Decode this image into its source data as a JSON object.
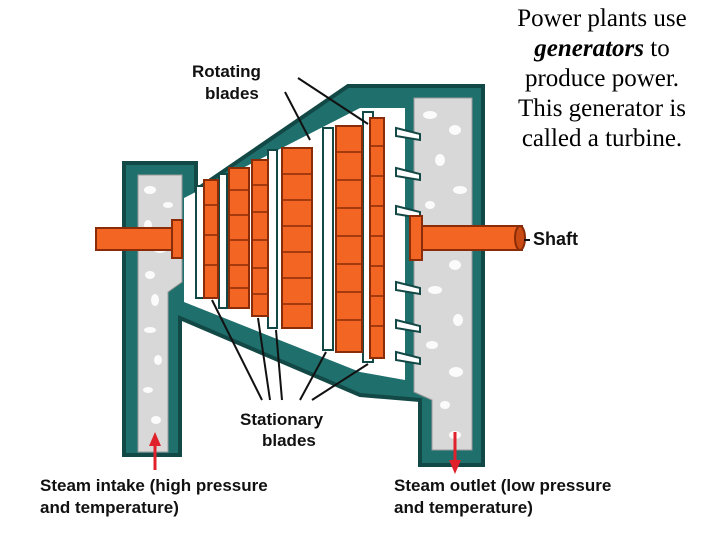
{
  "caption": {
    "line1": "Power plants use",
    "emphasis": "generators",
    "after_emphasis": " to",
    "line3": "produce power.",
    "line4": "This generator is",
    "line5": "called a turbine."
  },
  "labels": {
    "rotating_1": "Rotating",
    "rotating_2": "blades",
    "shaft": "Shaft",
    "stationary_1": "Stationary",
    "stationary_2": "blades",
    "intake_1": "Steam intake (high pressure",
    "intake_2": "and temperature)",
    "outlet_1": "Steam outlet (low pressure",
    "outlet_2": "and temperature)"
  },
  "colors": {
    "casing": "#1f6f6d",
    "casing_dark": "#124845",
    "steam": "#d8d8d8",
    "blade": "#f26522",
    "blade_dark": "#8a2c08",
    "shaft": "#f26522",
    "arrow": "#e0202a",
    "text": "#111111"
  }
}
